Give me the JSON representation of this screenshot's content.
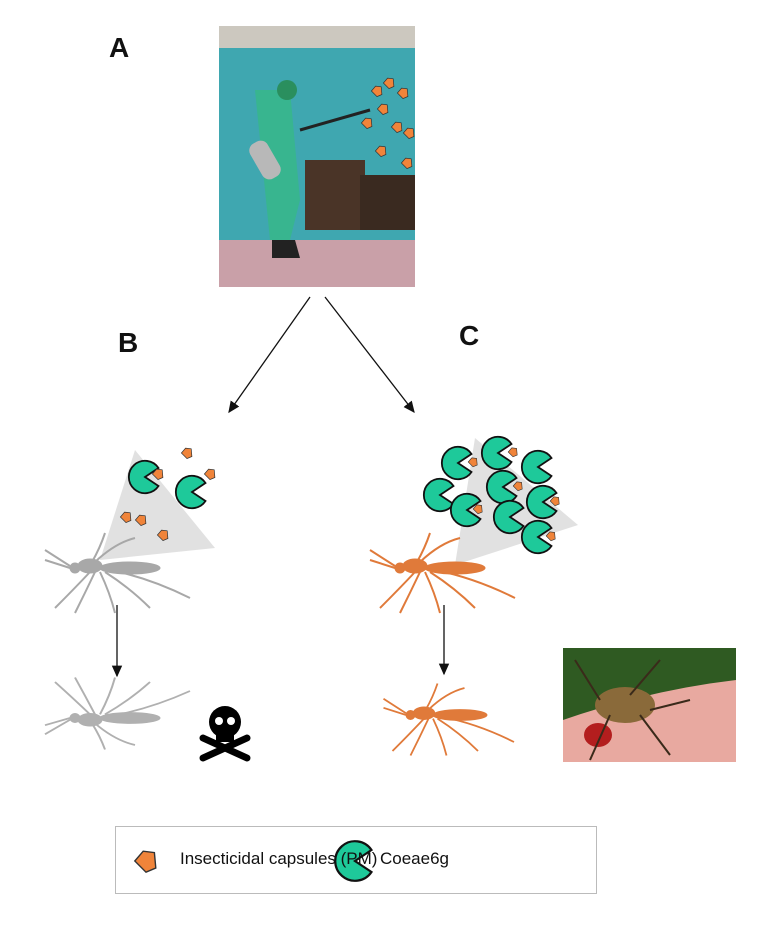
{
  "panels": {
    "a": "A",
    "b": "B",
    "c": "C"
  },
  "legend": {
    "capsule_label": "Insecticidal capsules (PM)",
    "enzyme_label": "Coeae6g"
  },
  "colors": {
    "capsule": "#f0843a",
    "enzyme": "#1ec99a",
    "resistant_mosquito": "#e07a3a",
    "susceptible_mosquito": "#a8a8a8"
  }
}
